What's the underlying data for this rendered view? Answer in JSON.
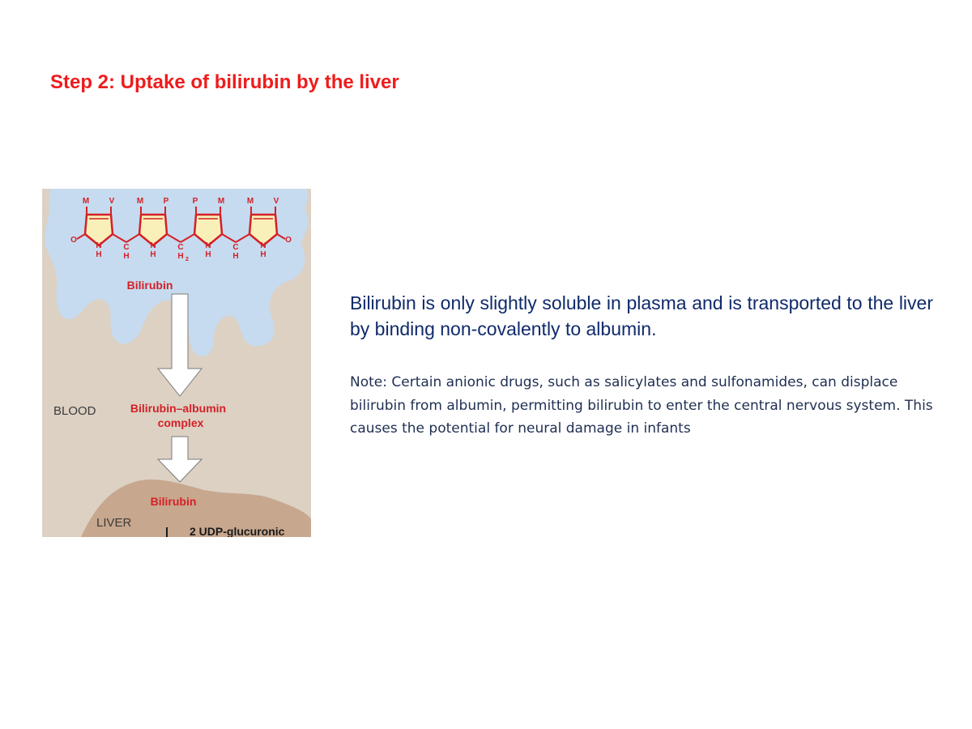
{
  "slide": {
    "title": "Step 2: Uptake of bilirubin by the liver"
  },
  "figure": {
    "colors": {
      "blood": "#dcd1c3",
      "plasma": "#c6dbef",
      "liver": "#c7a78e",
      "structure_red": "#d42027",
      "ring_fill": "#f8f0b8"
    },
    "substituents": [
      "M",
      "V",
      "M",
      "P",
      "P",
      "M",
      "M",
      "V"
    ],
    "ring_labels": {
      "oxo": "O",
      "nitrogen": "N",
      "hydrogen": "H",
      "methine": "C",
      "methylene": "C",
      "h2": "H",
      "h2_subscript": "2"
    },
    "labels": {
      "bilirubin_top": "Bilirubin",
      "blood": "BLOOD",
      "complex_line1": "Bilirubin–albumin",
      "complex_line2": "complex",
      "bilirubin_liver": "Bilirubin",
      "liver": "LIVER",
      "udp": "2 UDP-glucuronic"
    }
  },
  "main_text": "Bilirubin is only slightly soluble in plasma and is transported to the liver by binding non-covalently to albumin.",
  "note_text": "Note: Certain anionic drugs, such as salicylates and sulfonamides, can displace bilirubin from albumin, permitting bilirubin to enter the central nervous system. This causes the potential for neural damage in infants"
}
